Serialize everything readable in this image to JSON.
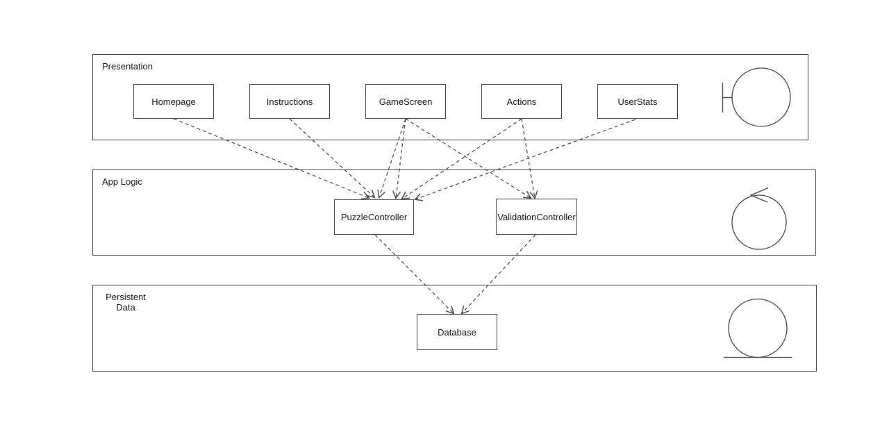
{
  "canvas": {
    "background_color": "#ffffff",
    "stroke_color": "#3f3f3f",
    "text_color": "#121212"
  },
  "layers": [
    {
      "label": "Presentation",
      "icon": "uml-boundary-icon",
      "nodes": [
        "Homepage",
        "Instructions",
        "GameScreen",
        "Actions",
        "UserStats"
      ]
    },
    {
      "label": "App Logic",
      "icon": "uml-control-icon",
      "nodes": [
        "PuzzleController",
        "ValidationController"
      ]
    },
    {
      "label": "Persistent Data",
      "icon": "uml-entity-icon",
      "nodes": [
        "Database"
      ]
    }
  ],
  "nodes": {
    "homepage": {
      "label": "Homepage"
    },
    "instructions": {
      "label": "Instructions"
    },
    "gamescreen": {
      "label": "GameScreen"
    },
    "actions": {
      "label": "Actions"
    },
    "userstats": {
      "label": "UserStats"
    },
    "puzzlecontroller": {
      "label": "PuzzleController"
    },
    "validationcontroller": {
      "label": "ValidationController"
    },
    "database": {
      "label": "Database"
    }
  },
  "edges": [
    {
      "from": "Homepage",
      "to": "PuzzleController",
      "style": "dashed-open-arrow"
    },
    {
      "from": "Instructions",
      "to": "PuzzleController",
      "style": "dashed-open-arrow"
    },
    {
      "from": "GameScreen",
      "to": "PuzzleController",
      "style": "dashed-open-arrow"
    },
    {
      "from": "GameScreen",
      "to": "PuzzleController",
      "style": "dashed-open-arrow"
    },
    {
      "from": "GameScreen",
      "to": "ValidationController",
      "style": "dashed-open-arrow"
    },
    {
      "from": "Actions",
      "to": "PuzzleController",
      "style": "dashed-open-arrow"
    },
    {
      "from": "Actions",
      "to": "ValidationController",
      "style": "dashed-open-arrow"
    },
    {
      "from": "UserStats",
      "to": "PuzzleController",
      "style": "dashed-open-arrow"
    },
    {
      "from": "PuzzleController",
      "to": "Database",
      "style": "dashed-open-arrow"
    },
    {
      "from": "ValidationController",
      "to": "Database",
      "style": "dashed-open-arrow"
    }
  ]
}
